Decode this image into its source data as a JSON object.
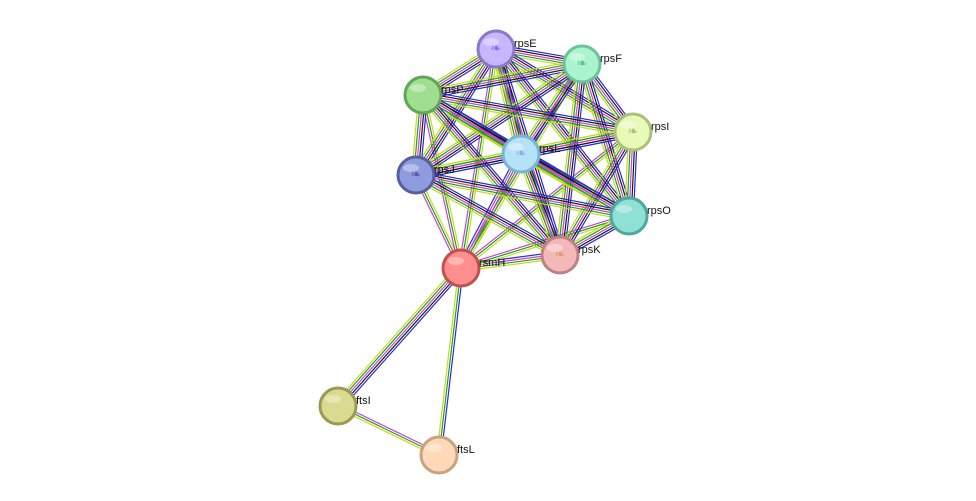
{
  "nodes": [
    {
      "id": "rpsE",
      "label": "rpsE",
      "fill": "#c8b7ff",
      "stroke": "#8a78c8",
      "has_structure": true,
      "glyph_color": "#5a3fb0"
    },
    {
      "id": "rpsF",
      "label": "rpsF",
      "fill": "#aaf5cf",
      "stroke": "#6cc29a",
      "has_structure": true,
      "glyph_color": "#1f9a55"
    },
    {
      "id": "rpsP",
      "label": "rpsP",
      "fill": "#9fdf8f",
      "stroke": "#5fa655",
      "has_structure": false,
      "glyph_color": ""
    },
    {
      "id": "rpsI",
      "label": "rpsI",
      "fill": "#e8f9b8",
      "stroke": "#a9c27a",
      "has_structure": true,
      "glyph_color": "#8a8a3a"
    },
    {
      "id": "rpsL",
      "label": "rpsL",
      "fill": "#b5e2f9",
      "stroke": "#7ab4d4",
      "has_structure": true,
      "glyph_color": "#5a8ed0"
    },
    {
      "id": "rpsJ",
      "label": "rpsJ",
      "fill": "#8f9bdf",
      "stroke": "#55609f",
      "has_structure": true,
      "glyph_color": "#2f2a7a"
    },
    {
      "id": "rpsO",
      "label": "rpsO",
      "fill": "#8fe1d6",
      "stroke": "#4fa89c",
      "has_structure": false,
      "glyph_color": ""
    },
    {
      "id": "rpsK",
      "label": "rpsK",
      "fill": "#f3b8b8",
      "stroke": "#c28080",
      "has_structure": true,
      "glyph_color": "#d08a2a"
    },
    {
      "id": "rsmH",
      "label": "rsmH",
      "fill": "#ff8f8f",
      "stroke": "#c24f4f",
      "has_structure": false,
      "glyph_color": ""
    },
    {
      "id": "ftsI",
      "label": "ftsI",
      "fill": "#dada90",
      "stroke": "#9a9a55",
      "has_structure": false,
      "glyph_color": ""
    },
    {
      "id": "ftsL",
      "label": "ftsL",
      "fill": "#ffd9b8",
      "stroke": "#c9a27f",
      "has_structure": false,
      "glyph_color": ""
    }
  ],
  "edges": [
    {
      "from": "rsmH",
      "to": "ftsI",
      "types": [
        "#2b2bd6",
        "#1a1a1a",
        "#d040d0",
        "#20a020",
        "#c8d820"
      ]
    },
    {
      "from": "rsmH",
      "to": "ftsL",
      "types": [
        "#2b2bd6",
        "#20a020",
        "#c8d820"
      ]
    },
    {
      "from": "ftsI",
      "to": "ftsL",
      "types": [
        "#d040d0",
        "#20a020",
        "#c8d820"
      ]
    },
    {
      "from": "rsmH",
      "to": "rpsK",
      "types": [
        "#2b2bd6",
        "#d040d0",
        "#20a020",
        "#c8d820"
      ]
    },
    {
      "from": "rsmH",
      "to": "rpsL",
      "types": [
        "#2b2bd6",
        "#d040d0",
        "#20a020",
        "#c8d820"
      ]
    },
    {
      "from": "rsmH",
      "to": "rpsJ",
      "types": [
        "#d040d0",
        "#20a020",
        "#c8d820"
      ]
    },
    {
      "from": "rsmH",
      "to": "rpsP",
      "types": [
        "#d040d0",
        "#20a020",
        "#c8d820"
      ]
    },
    {
      "from": "rsmH",
      "to": "rpsE",
      "types": [
        "#d040d0",
        "#20a020",
        "#c8d820"
      ]
    },
    {
      "from": "rsmH",
      "to": "rpsF",
      "types": [
        "#d040d0",
        "#20a020",
        "#c8d820"
      ]
    },
    {
      "from": "rsmH",
      "to": "rpsI",
      "types": [
        "#d040d0",
        "#20a020",
        "#c8d820"
      ]
    },
    {
      "from": "rsmH",
      "to": "rpsO",
      "types": [
        "#d040d0",
        "#20a020",
        "#c8d820"
      ]
    },
    {
      "from": "rpsE",
      "to": "rpsF",
      "types": [
        "#2b2bd6",
        "#1a1a1a",
        "#d040d0",
        "#20a020",
        "#c8d820"
      ]
    },
    {
      "from": "rpsE",
      "to": "rpsP",
      "types": [
        "#2b2bd6",
        "#1a1a1a",
        "#d040d0",
        "#20a020",
        "#c8d820"
      ]
    },
    {
      "from": "rpsE",
      "to": "rpsI",
      "types": [
        "#2b2bd6",
        "#1a1a1a",
        "#d040d0",
        "#20a020",
        "#c8d820"
      ]
    },
    {
      "from": "rpsE",
      "to": "rpsL",
      "types": [
        "#2b2bd6",
        "#1a1a1a",
        "#d040d0",
        "#20a020",
        "#c8d820"
      ]
    },
    {
      "from": "rpsE",
      "to": "rpsJ",
      "types": [
        "#2b2bd6",
        "#1a1a1a",
        "#d040d0",
        "#20a020",
        "#c8d820"
      ]
    },
    {
      "from": "rpsE",
      "to": "rpsO",
      "types": [
        "#2b2bd6",
        "#1a1a1a",
        "#d040d0",
        "#20a020",
        "#c8d820"
      ]
    },
    {
      "from": "rpsE",
      "to": "rpsK",
      "types": [
        "#2b2bd6",
        "#1a1a1a",
        "#d040d0",
        "#20a020",
        "#c8d820"
      ]
    },
    {
      "from": "rpsF",
      "to": "rpsP",
      "types": [
        "#2b2bd6",
        "#1a1a1a",
        "#d040d0",
        "#20a020",
        "#c8d820"
      ]
    },
    {
      "from": "rpsF",
      "to": "rpsI",
      "types": [
        "#2b2bd6",
        "#1a1a1a",
        "#d040d0",
        "#20a020",
        "#c8d820"
      ]
    },
    {
      "from": "rpsF",
      "to": "rpsL",
      "types": [
        "#2b2bd6",
        "#1a1a1a",
        "#d040d0",
        "#20a020",
        "#c8d820"
      ]
    },
    {
      "from": "rpsF",
      "to": "rpsJ",
      "types": [
        "#2b2bd6",
        "#1a1a1a",
        "#d040d0",
        "#20a020",
        "#c8d820"
      ]
    },
    {
      "from": "rpsF",
      "to": "rpsO",
      "types": [
        "#2b2bd6",
        "#1a1a1a",
        "#d040d0",
        "#20a020",
        "#c8d820"
      ]
    },
    {
      "from": "rpsF",
      "to": "rpsK",
      "types": [
        "#2b2bd6",
        "#1a1a1a",
        "#d040d0",
        "#20a020",
        "#c8d820"
      ]
    },
    {
      "from": "rpsP",
      "to": "rpsI",
      "types": [
        "#2b2bd6",
        "#1a1a1a",
        "#d040d0",
        "#20a020",
        "#c8d820"
      ]
    },
    {
      "from": "rpsP",
      "to": "rpsL",
      "types": [
        "#2b2bd6",
        "#1a1a1a",
        "#d040d0",
        "#20a020",
        "#c8d820"
      ]
    },
    {
      "from": "rpsP",
      "to": "rpsJ",
      "types": [
        "#2b2bd6",
        "#1a1a1a",
        "#d040d0",
        "#20a020",
        "#c8d820"
      ]
    },
    {
      "from": "rpsP",
      "to": "rpsO",
      "types": [
        "#2b2bd6",
        "#1a1a1a",
        "#d040d0",
        "#20a020",
        "#c8d820"
      ]
    },
    {
      "from": "rpsP",
      "to": "rpsK",
      "types": [
        "#2b2bd6",
        "#1a1a1a",
        "#d040d0",
        "#20a020",
        "#c8d820"
      ]
    },
    {
      "from": "rpsI",
      "to": "rpsL",
      "types": [
        "#2b2bd6",
        "#1a1a1a",
        "#d040d0",
        "#20a020",
        "#c8d820"
      ]
    },
    {
      "from": "rpsI",
      "to": "rpsJ",
      "types": [
        "#2b2bd6",
        "#1a1a1a",
        "#d040d0",
        "#20a020",
        "#c8d820"
      ]
    },
    {
      "from": "rpsI",
      "to": "rpsO",
      "types": [
        "#2b2bd6",
        "#1a1a1a",
        "#d040d0",
        "#20a020",
        "#c8d820"
      ]
    },
    {
      "from": "rpsI",
      "to": "rpsK",
      "types": [
        "#2b2bd6",
        "#1a1a1a",
        "#d040d0",
        "#20a020",
        "#c8d820"
      ]
    },
    {
      "from": "rpsL",
      "to": "rpsJ",
      "types": [
        "#2b2bd6",
        "#1a1a1a",
        "#d040d0",
        "#20a020",
        "#c8d820"
      ]
    },
    {
      "from": "rpsL",
      "to": "rpsO",
      "types": [
        "#2b2bd6",
        "#1a1a1a",
        "#d040d0",
        "#20a020",
        "#c8d820"
      ]
    },
    {
      "from": "rpsL",
      "to": "rpsK",
      "types": [
        "#2b2bd6",
        "#1a1a1a",
        "#d040d0",
        "#20a020",
        "#c8d820"
      ]
    },
    {
      "from": "rpsJ",
      "to": "rpsO",
      "types": [
        "#2b2bd6",
        "#1a1a1a",
        "#d040d0",
        "#20a020",
        "#c8d820"
      ]
    },
    {
      "from": "rpsJ",
      "to": "rpsK",
      "types": [
        "#2b2bd6",
        "#1a1a1a",
        "#d040d0",
        "#20a020",
        "#c8d820"
      ]
    },
    {
      "from": "rpsO",
      "to": "rpsK",
      "types": [
        "#2b2bd6",
        "#1a1a1a",
        "#d040d0",
        "#20a020",
        "#c8d820"
      ]
    }
  ]
}
